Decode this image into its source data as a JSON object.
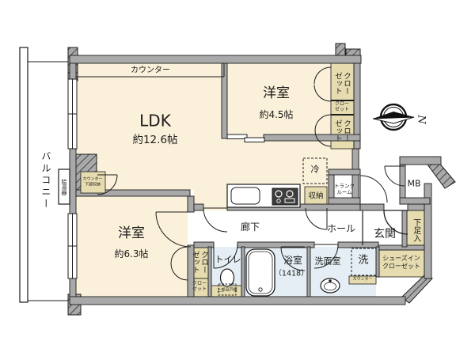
{
  "colors": {
    "room_fill": "#fbf0da",
    "wet_room_fill": "#e4eef4",
    "storage_fill": "#e6dcb0",
    "wall_fill": "#a9a9a9",
    "line": "#1c1c1c"
  },
  "labels": {
    "counter_top": "カウンター",
    "ldk_name": "LDK",
    "ldk_size": "約12.6帖",
    "bedroom1_name": "洋室",
    "bedroom1_size": "約4.5帖",
    "closet_vertical_1": "クローゼット",
    "closet_small_1": "クロー\nゼット",
    "closet_vertical_2": "クローゼット",
    "balcony": "バルコニー",
    "water_heater": "給湯器",
    "counter_lower_storage": "カウンター\n下部収納",
    "bedroom2_name": "洋室",
    "bedroom2_size": "約6.3帖",
    "closet_vertical_3": "クローゼット",
    "closet_small_2": "クロー\nゼット",
    "fridge": "冷",
    "storage": "収納",
    "trunk_room": "トランク\nルーム",
    "meter_box": "MB",
    "corridor": "廊下",
    "hall": "ホール",
    "entrance": "玄関",
    "shoe_box": "下足入",
    "shoes_in_closet": "シューズイン\nクローゼット",
    "laundry": "洗",
    "counter_small": "カウンター",
    "washroom": "洗面室",
    "bath_name": "浴室",
    "bath_size": "（1418）",
    "toilet": "トイレ",
    "upper_cabinet": "上部吊戸棚",
    "north": "N"
  }
}
